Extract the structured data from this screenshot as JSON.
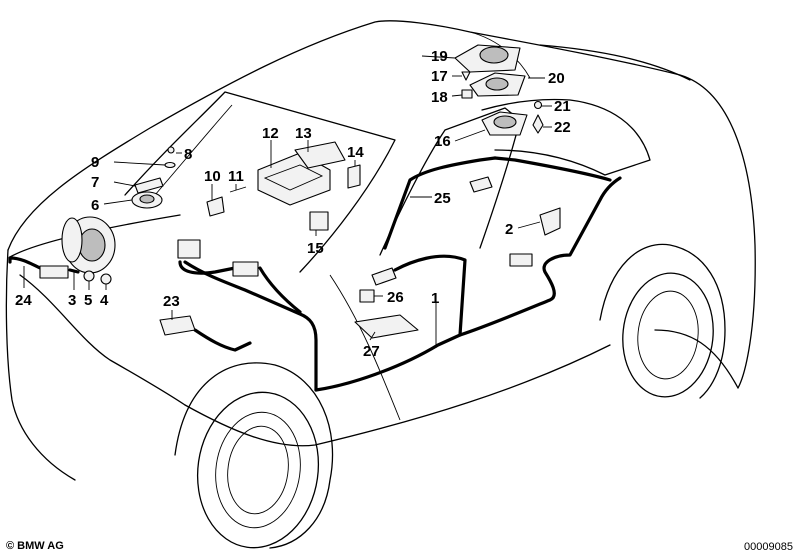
{
  "diagram": {
    "part_numbers": [
      "1",
      "2",
      "3",
      "4",
      "5",
      "6",
      "7",
      "8",
      "9",
      "10",
      "11",
      "12",
      "13",
      "14",
      "15",
      "16",
      "17",
      "18",
      "19",
      "20",
      "21",
      "22",
      "23",
      "24",
      "25",
      "26",
      "27"
    ]
  },
  "footer": {
    "copyright": "© BMW AG",
    "doc_number": "00009085"
  }
}
